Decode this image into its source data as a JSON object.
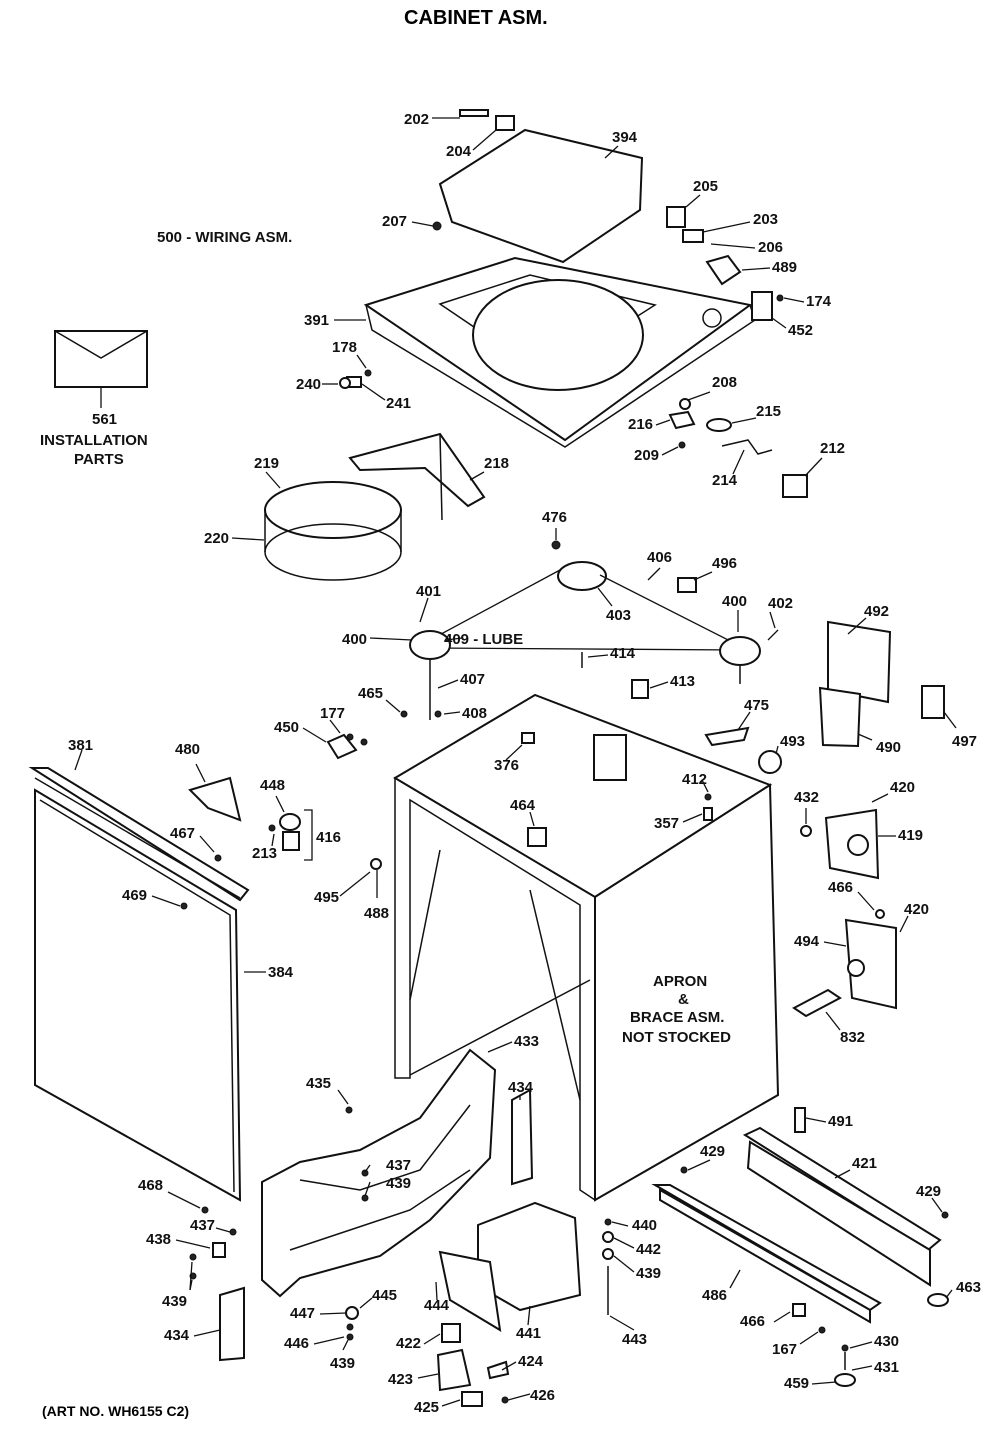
{
  "title": "CABINET ASM.",
  "art_number": "(ART NO. WH6155 C2)",
  "notes": {
    "wiring": "500 - WIRING ASM.",
    "installation": [
      "561",
      "INSTALLATION",
      "PARTS"
    ],
    "apron": [
      "APRON",
      "&",
      "BRACE ASM.",
      "NOT STOCKED"
    ],
    "lube": "409 - LUBE"
  },
  "labels": [
    "202",
    "204",
    "394",
    "205",
    "203",
    "206",
    "207",
    "489",
    "174",
    "452",
    "391",
    "178",
    "240",
    "241",
    "208",
    "215",
    "216",
    "209",
    "214",
    "212",
    "219",
    "218",
    "220",
    "476",
    "406",
    "496",
    "403",
    "401",
    "400",
    "400",
    "402",
    "492",
    "414",
    "407",
    "465",
    "408",
    "413",
    "475",
    "177",
    "450",
    "376",
    "493",
    "490",
    "497",
    "381",
    "480",
    "448",
    "416",
    "213",
    "467",
    "412",
    "357",
    "432",
    "420",
    "419",
    "464",
    "469",
    "495",
    "488",
    "466",
    "420",
    "494",
    "384",
    "832",
    "433",
    "435",
    "434",
    "491",
    "437",
    "439",
    "421",
    "429",
    "468",
    "429",
    "437",
    "438",
    "439",
    "440",
    "442",
    "439",
    "486",
    "463",
    "434",
    "445",
    "447",
    "444",
    "441",
    "446",
    "439",
    "422",
    "466",
    "443",
    "167",
    "430",
    "424",
    "423",
    "426",
    "425",
    "431",
    "459"
  ]
}
